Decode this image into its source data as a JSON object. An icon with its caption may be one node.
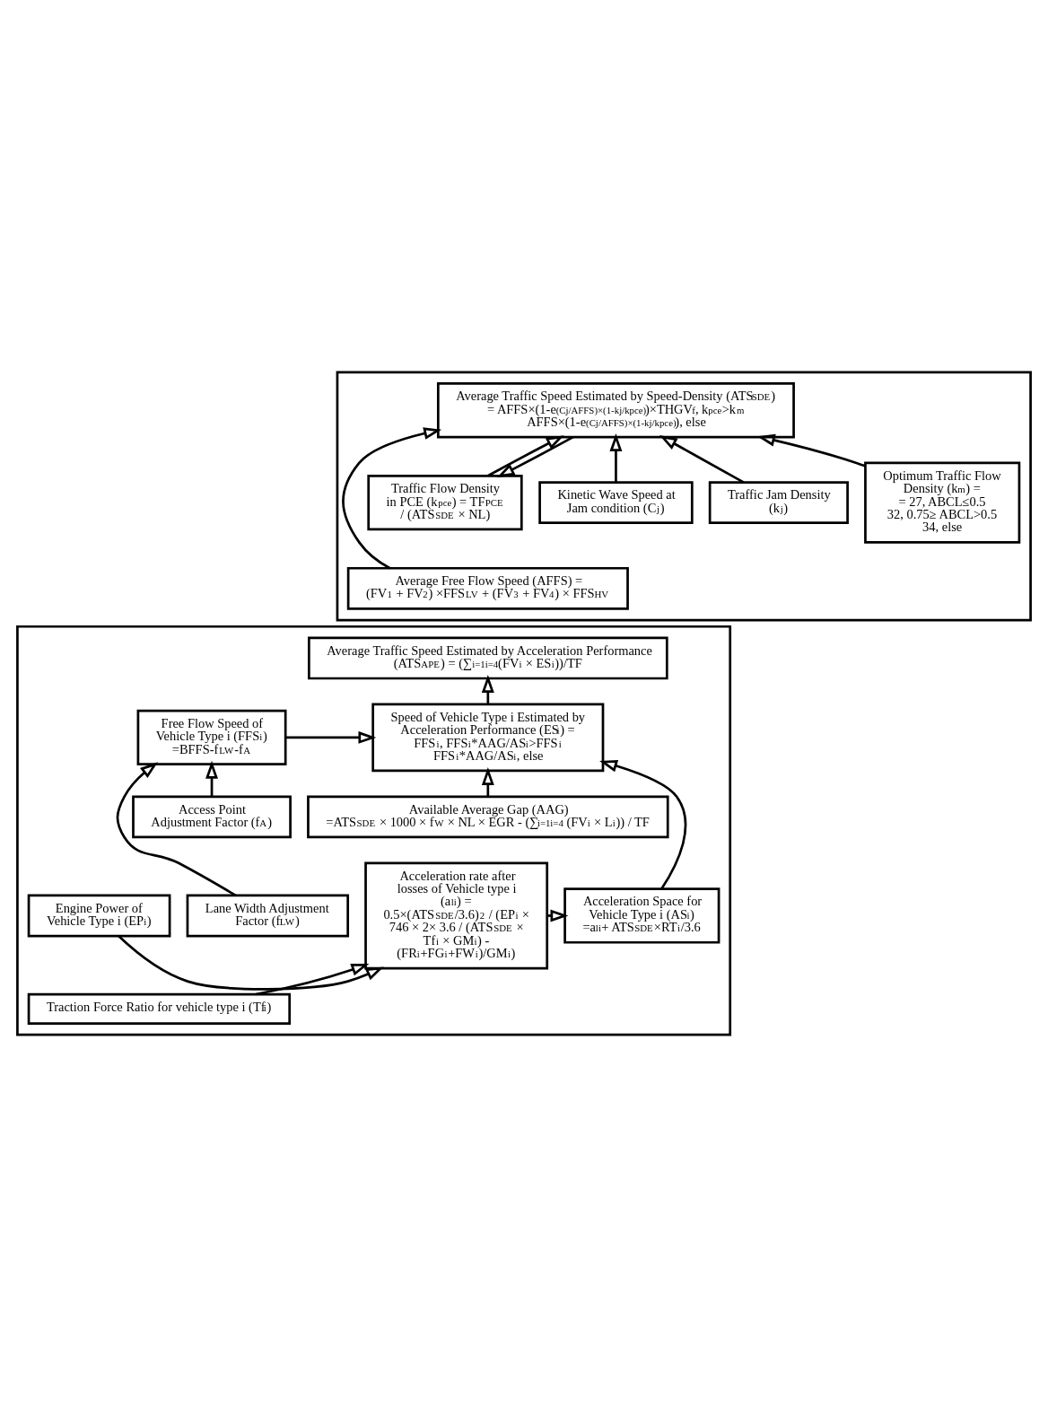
{
  "diagram": {
    "nodes": [
      {
        "text": [],
        "shape": "box"
      },
      {
        "text": [
          "Average Traffic Speed Estimated by Speed-Density (ATS$_{SDE}$)",
          "= AFFS×(1-e$^{(Cj/AFFS)×(1-kj/kpce)}$)×THGV$_{f}$, k$_{pce}$>k$_{m}$",
          "AFFS×(1-e$^{(Cj/AFFS)×(1-kj/kpce)}$), else"
        ],
        "in": 0
      },
      {
        "text": [
          "Traffic Flow Density in PCE (k$_{pce}$) = TF$_{PCE}$ / (ATS$_{SDE}$ × NL)"
        ],
        "in": 0
      },
      {
        "text": [
          "Optimum Traffic Flow Density (k$_{m}$) =",
          "= 27, ABCL≤0.5",
          "32, 0.75≥ ABCL>0.5",
          "34, else"
        ],
        "in": 0
      },
      {
        "text": [
          "Traffic Jam Density (k$_{j}$)"
        ],
        "in": 0
      },
      {
        "text": [
          "Kinetic Wave Speed at Jam condition (C$_{j}$)"
        ],
        "in": 0
      },
      {
        "text": [
          "Average Free Flow Speed (AFFS) = (FV$_{1}$ + FV$_{2}$) ×FFS$_{LV}$ + (FV$_{3}$ + FV$_{4}$) × FFS$_{HV}$"
        ],
        "in": 0
      },
      {
        "text": [],
        "shape": "box"
      },
      {
        "text": [
          "Average Traffic Speed Estimated by Acceleration Performance (ATS$_{APE}$) = (∑$_{i=1}$$^{i=4}$(FV$_{i}$ × ES$_{i}$))/TF"
        ],
        "in": 7
      },
      {
        "text": [
          "Speed of Vehicle Type i Estimated by Acceleration Performance (ES$_{i}$) =",
          "FFS$_{i}$, FFS$_{i}$*AAG/AS$_{i}$>FFS$_{i}$",
          "FFS$_{i}$*AAG/AS$_{i}$, else"
        ],
        "in": 7
      },
      {
        "text": [
          "Free Flow Speed of Vehicle Type i (FFS$_{i}$)",
          "=BFFS-f$_{LW}$-f$_{A}$"
        ],
        "in": 7
      },
      {
        "text": [
          "Available Average Gap (AAG)",
          "=ATS$_{SDE}$ × 1000 × f$_{W}$ × NL × EGR - (∑$_{i=1}$$^{i=4}$ (FV$_{i}$ × L$_{i}$)) / TF"
        ],
        "in": 7
      },
      {
        "text": [
          "Access Point Adjustment Factor (f$_{A}$)"
        ],
        "in": 7
      },
      {
        "text": [
          "Acceleration rate after losses of Vehicle type i (a$_{li}$) =",
          "0.5×(ATS$_{SDE}$/3.6)$^{2}$ / (EP$_{i}$ × 746 × 2× 3.6 / (ATS$_{SDE}$ × Tf$_{i}$ × GM$_{i}$) - (FR$_{i}$+FG$_{i}$+FW$_{i}$)/GM$_{i}$)"
        ],
        "in": 7
      },
      {
        "text": [
          "Acceleration Space for Vehicle Type i (AS$_{i}$)",
          "=a$_{li}$+ ATS$_{SDE}$×RT$_{i}$/3.6"
        ],
        "in": 7
      },
      {
        "text": [
          "Engine Power of Vehicle Type i (EP$_{i}$)"
        ],
        "in": 7
      },
      {
        "text": [
          "Lane Width Adjustment Factor (f$_{LW}$)"
        ],
        "in": 7
      },
      {
        "text": [
          "Traction Force Ratio for vehicle type i (Tf$_{i}$)"
        ],
        "in": 7
      }
    ],
    "edges": [
      {
        "from": 2,
        "to": 1,
        "arrow": "to"
      },
      {
        "from": 1,
        "to": 2,
        "arrow": "to"
      },
      {
        "from": 3,
        "to": 1,
        "arrow": "to"
      },
      {
        "from": 4,
        "to": 1,
        "arrow": "to"
      },
      {
        "from": 5,
        "to": 1,
        "arrow": "to"
      },
      {
        "from": 6,
        "to": 1,
        "arrow": "to"
      },
      {
        "from": 9,
        "to": 8,
        "arrow": "to"
      },
      {
        "from": 10,
        "to": 9,
        "arrow": "to"
      },
      {
        "from": 11,
        "to": 9,
        "arrow": "to"
      },
      {
        "from": 14,
        "to": 9,
        "arrow": "to"
      },
      {
        "from": 16,
        "to": 10,
        "arrow": "to"
      },
      {
        "from": 12,
        "to": 10,
        "arrow": "to"
      },
      {
        "from": 13,
        "to": 14,
        "arrow": "to"
      },
      {
        "from": 15,
        "to": 13,
        "arrow": "to"
      },
      {
        "from": 17,
        "to": 13,
        "arrow": "to"
      }
    ]
  }
}
